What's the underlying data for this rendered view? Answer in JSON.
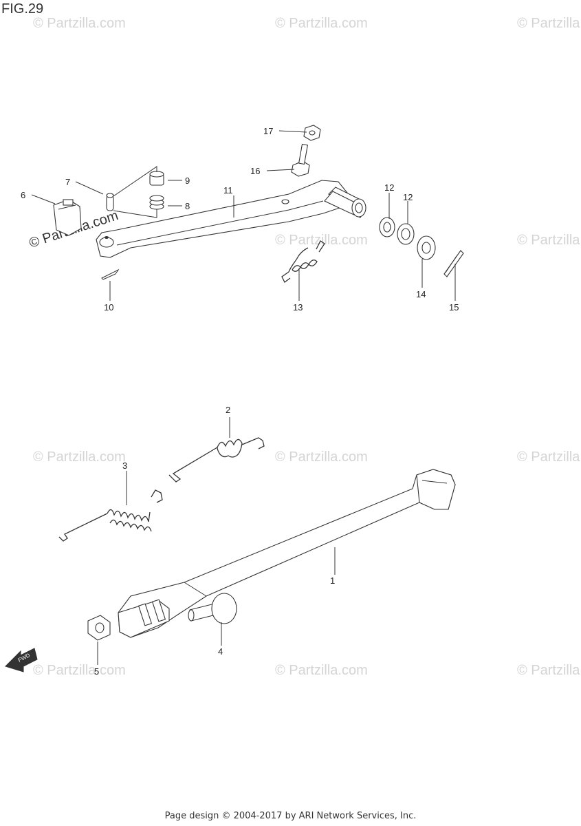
{
  "figure": {
    "title": "FIG.29"
  },
  "watermark": {
    "text": "© Partzilla.com",
    "color": "#d4d4d4"
  },
  "fwd_label": "FWD",
  "callouts": [
    {
      "id": "1",
      "label": "1"
    },
    {
      "id": "2",
      "label": "2"
    },
    {
      "id": "3",
      "label": "3"
    },
    {
      "id": "4",
      "label": "4"
    },
    {
      "id": "5",
      "label": "5"
    },
    {
      "id": "6",
      "label": "6"
    },
    {
      "id": "7",
      "label": "7"
    },
    {
      "id": "8",
      "label": "8"
    },
    {
      "id": "9",
      "label": "9"
    },
    {
      "id": "10",
      "label": "10"
    },
    {
      "id": "11",
      "label": "11"
    },
    {
      "id": "12a",
      "label": "12"
    },
    {
      "id": "12b",
      "label": "12"
    },
    {
      "id": "13",
      "label": "13"
    },
    {
      "id": "14",
      "label": "14"
    },
    {
      "id": "15",
      "label": "15"
    },
    {
      "id": "16",
      "label": "16"
    },
    {
      "id": "17",
      "label": "17"
    }
  ],
  "footer": {
    "text": "Page design © 2004-2017 by ARI Network Services, Inc."
  }
}
